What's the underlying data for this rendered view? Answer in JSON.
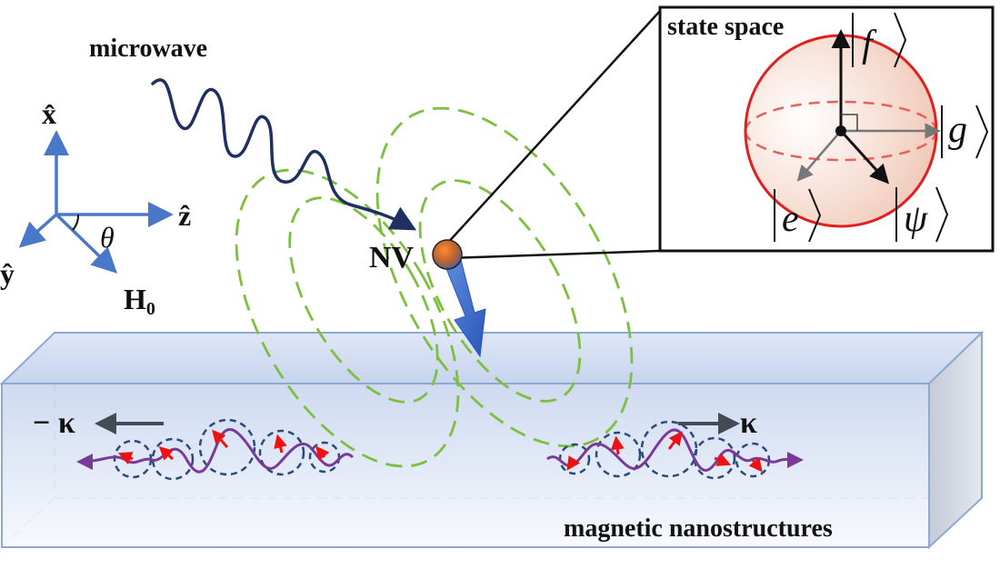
{
  "labels": {
    "microwave": "microwave",
    "nv": "NV",
    "state_space": "state space",
    "magnetic_nanostructures": "magnetic nanostructures",
    "minus_kappa": "− κ",
    "plus_kappa": "κ",
    "theta": "θ",
    "h0_main": "H",
    "h0_sub": "0"
  },
  "axes": {
    "x": "x̂",
    "y": "ŷ",
    "z": "ẑ"
  },
  "kets": {
    "f": "f",
    "g": "g",
    "e": "e",
    "psi": "ψ"
  },
  "colors": {
    "field_lines": "#7dbf3f",
    "microwave": "#1f2f5f",
    "axes": "#4a78c8",
    "slab_edge": "#8fa8d0",
    "sphere": "#e02020",
    "magnon_wave": "#7a3a9a",
    "spin_arrows": "#ee1111",
    "precession_circle": "#2a4a7a",
    "nv_arrow": "#3a6fd0"
  }
}
